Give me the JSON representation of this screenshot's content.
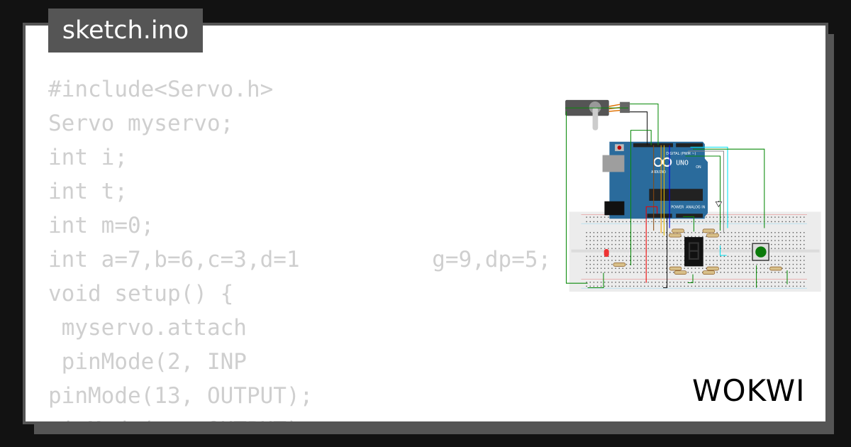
{
  "title": "sketch.ino",
  "code_lines": [
    "#include<Servo.h>",
    "Servo myservo;",
    "int i;",
    "int t;",
    "int m=0;",
    "int a=7,b=6,c=3,d=1          g=9,dp=5;",
    "void setup() {",
    " myservo.attach",
    " pinMode(2, INP",
    "pinMode(13, OUTPUT);",
    "pinMode(  , OUTPUT);"
  ],
  "arduino": {
    "brand": "ARDUINO",
    "model": "UNO",
    "digital_label": "DIGITAL (PWM ~)",
    "power_label": "POWER",
    "analog_label": "ANALOG IN",
    "on_label": "ON"
  },
  "brand": {
    "logo": "WOKWI"
  },
  "colors": {
    "background": "#121212",
    "frame": "#555555",
    "board": "#2a6b9c",
    "code": "#cfcfcf"
  }
}
